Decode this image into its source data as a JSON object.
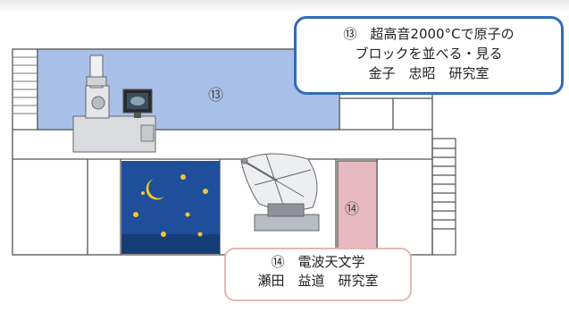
{
  "rooms": {
    "r13": {
      "marker": "⑬",
      "color": "#a8c0e8"
    },
    "r14": {
      "marker": "⑭",
      "color": "#e8b9c2"
    }
  },
  "callout_13": {
    "line1": "⑬　超高音2000°Cで原子の",
    "line2": "ブロックを並べる・見る",
    "line3": "金子　忠昭　研究室",
    "border_color": "#2f6db4"
  },
  "callout_14": {
    "line1": "⑭　電波天文学",
    "line2": "瀬田　益道　研究室",
    "border_color": "#e3b7b5"
  },
  "illustrations": [
    "electron-microscope",
    "night-sky",
    "radio-telescope"
  ]
}
